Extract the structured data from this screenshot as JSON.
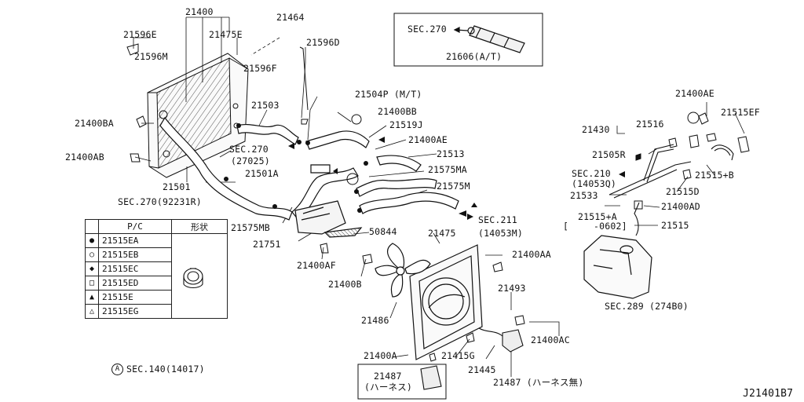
{
  "labels": {
    "l_21400": "21400",
    "l_21464": "21464",
    "l_21596E": "21596E",
    "l_21475E": "21475E",
    "l_21596D": "21596D",
    "l_21596M": "21596M",
    "l_21596F": "21596F",
    "l_21503": "21503",
    "l_21504P": "21504P (M/T)",
    "l_21400BB": "21400BB",
    "l_21519J": "21519J",
    "l_21400BA": "21400BA",
    "l_21400AE_mid": "21400AE",
    "l_sec270a": "SEC.270",
    "l_sec270a_sub": "(27025)",
    "l_21513": "21513",
    "l_21400AB": "21400AB",
    "l_21501A": "21501A",
    "l_21575MA": "21575MA",
    "l_21501": "21501",
    "l_sec270b": "SEC.270(92231R)",
    "l_21575M": "21575M",
    "l_sec211": "SEC.211",
    "l_sec211_sub": "(14053M)",
    "l_21575MB": "21575MB",
    "l_50844": "50844",
    "l_21475": "21475",
    "l_21751": "21751",
    "l_21400AF": "21400AF",
    "l_21400B": "21400B",
    "l_21400AA": "21400AA",
    "l_21486": "21486",
    "l_21493": "21493",
    "l_21400A": "21400A",
    "l_21415G": "21415G",
    "l_21400AC": "21400AC",
    "l_21445": "21445",
    "l_21487a": "21487",
    "l_21487a_sub": "(ハーネス)",
    "l_21487b": "21487 (ハーネス無)",
    "l_sec140": "SEC.140(14017)",
    "l_sec270_box": "SEC.270",
    "l_21606": "21606(A/T)",
    "l_21400AE_r": "21400AE",
    "l_21515EF": "21515EF",
    "l_21430": "21430",
    "l_21516": "21516",
    "l_21505R": "21505R",
    "l_21515B": "21515+B",
    "l_sec210": "SEC.210",
    "l_sec210_sub": "(14053Q)",
    "l_21515D": "21515D",
    "l_21533": "21533",
    "l_21400AD": "21400AD",
    "l_21515A": "21515+A",
    "l_0602": "-0602]",
    "l_bracket": "[",
    "l_21515": "21515",
    "l_sec289": "SEC.289 (274B0)",
    "l_code": "J21401B7",
    "l_A_mark": "A"
  },
  "table": {
    "header_pc": "P/C",
    "header_shape": "形状",
    "rows": [
      {
        "symbol": "●",
        "code": "21515EA"
      },
      {
        "symbol": "○",
        "code": "21515EB"
      },
      {
        "symbol": "◆",
        "code": "21515EC"
      },
      {
        "symbol": "□",
        "code": "21515ED"
      },
      {
        "symbol": "▲",
        "code": "21515E"
      },
      {
        "symbol": "△",
        "code": "21515EG"
      }
    ]
  }
}
